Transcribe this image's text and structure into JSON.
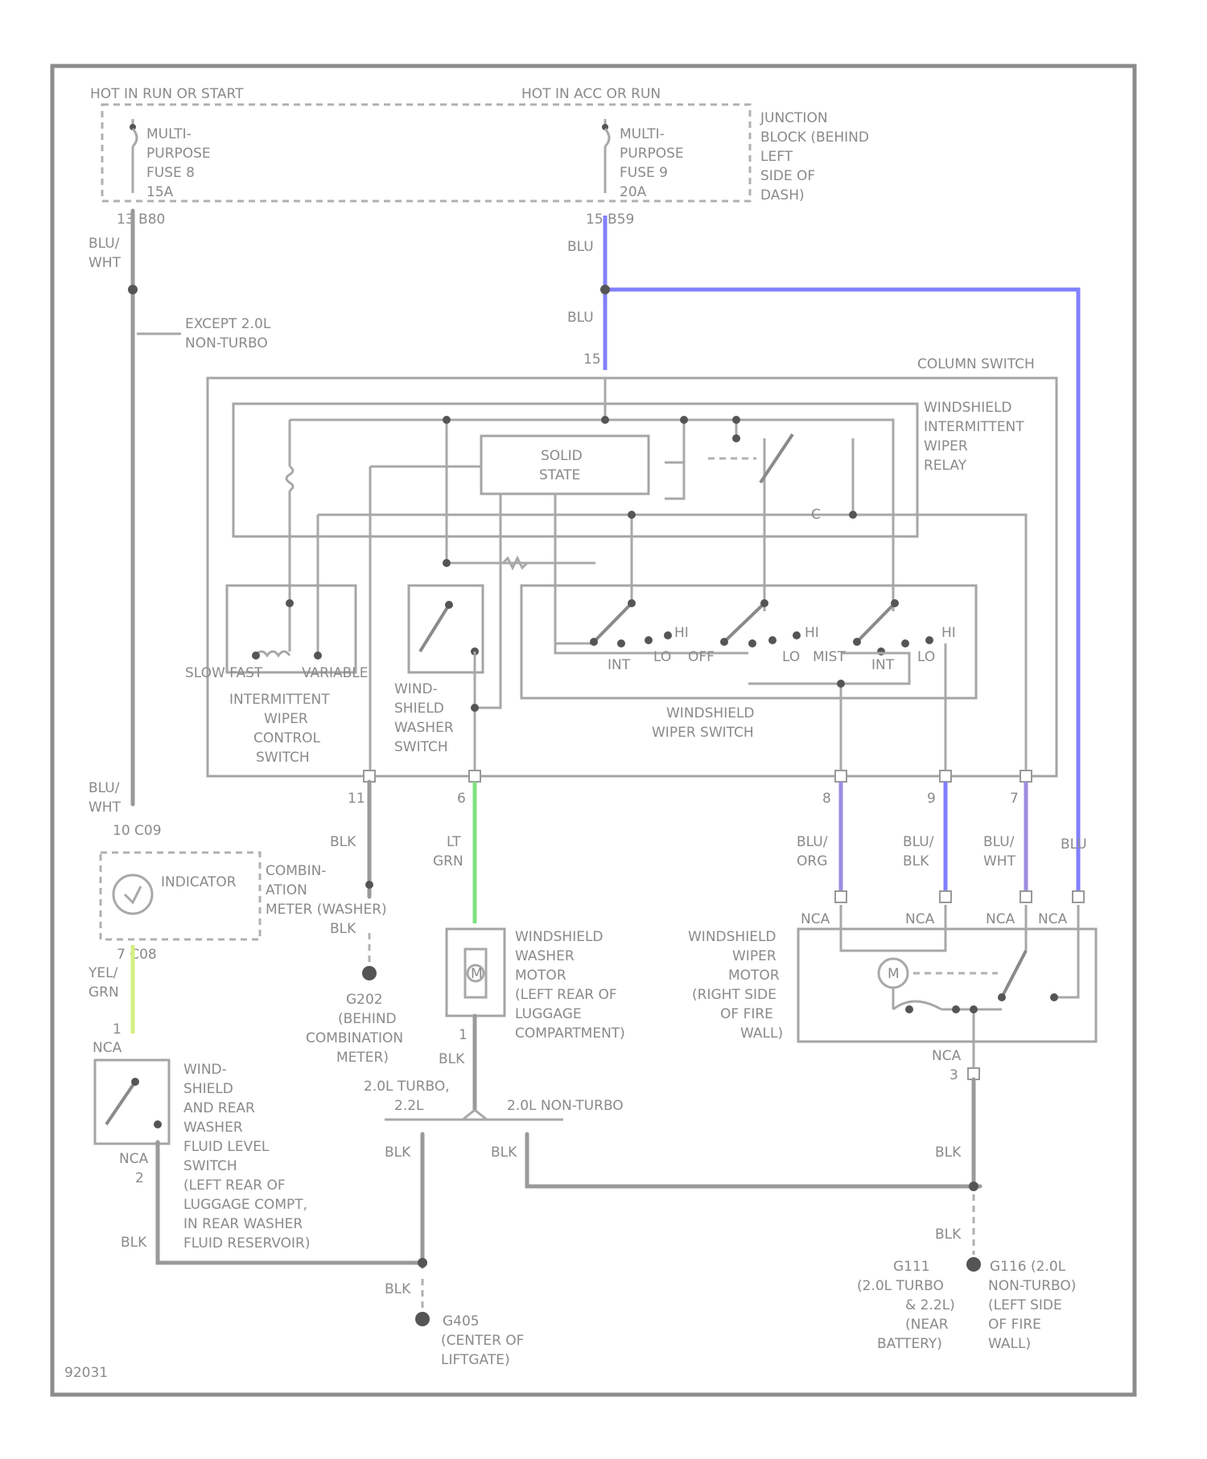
{
  "colors": {
    "blu": "#8080ff",
    "lt_grn": "#80e080",
    "yel_grn": "#d4f080",
    "blu_stripe": "#9c8ce0"
  },
  "power": {
    "hot_run_start": "HOT IN RUN OR START",
    "hot_acc_run": "HOT IN ACC OR RUN",
    "fuse8": [
      "MULTI-",
      "PURPOSE",
      "FUSE 8",
      "15A"
    ],
    "fuse9": [
      "MULTI-",
      "PURPOSE",
      "FUSE 9",
      "20A"
    ],
    "junction_block": [
      "JUNCTION",
      "BLOCK (BEHIND",
      "LEFT",
      "SIDE OF",
      "DASH)"
    ],
    "conn_left": "13  B80",
    "conn_right": "15  B59"
  },
  "wires": {
    "blu_wht": [
      "BLU/",
      "WHT"
    ],
    "blu": "BLU",
    "except": [
      "EXCEPT 2.0L",
      "NON-TURBO"
    ],
    "pin15": "15",
    "blk": "BLK",
    "lt_grn": [
      "LT",
      "GRN"
    ],
    "yel_grn": [
      "YEL/",
      "GRN"
    ],
    "blu_org": [
      "BLU/",
      "ORG"
    ],
    "blu_blk": [
      "BLU/",
      "BLK"
    ],
    "blu_wht2": [
      "BLU/",
      "WHT"
    ],
    "nca": "NCA"
  },
  "column_switch": {
    "title": "COLUMN SWITCH",
    "relay": [
      "WINDSHIELD",
      "INTERMITTENT",
      "WIPER",
      "RELAY"
    ],
    "solid_state": [
      "SOLID",
      "STATE"
    ],
    "int_control": [
      "INTERMITTENT",
      "WIPER",
      "CONTROL",
      "SWITCH"
    ],
    "slow_fast": "SLOW FAST",
    "variable": "VARIABLE",
    "washer_switch": [
      "WIND-",
      "SHIELD",
      "WASHER",
      "SWITCH"
    ],
    "wiper_switch": [
      "WINDSHIELD",
      "WIPER SWITCH"
    ],
    "pos": {
      "int1": "INT",
      "lo1": "LO",
      "hi1": "HI",
      "off": "OFF",
      "lo2": "LO",
      "hi2": "HI",
      "mist": "MIST",
      "int2": "INT",
      "lo3": "LO",
      "hi3": "HI"
    }
  },
  "pins": {
    "p11": "11",
    "p6": "6",
    "p8": "8",
    "p9": "9",
    "p7": "7",
    "p1": "1",
    "p2": "2",
    "p3": "3",
    "p10": "10",
    "pC": "C"
  },
  "indicator": {
    "label": "INDICATOR",
    "meter": [
      "COMBIN-",
      "ATION",
      "METER (WASHER)"
    ],
    "c_top": "10  C09",
    "c_bot": "7  C08"
  },
  "g202": [
    "G202",
    "(BEHIND",
    "COMBINATION",
    "METER)"
  ],
  "washer_motor": [
    "WINDSHIELD",
    "WASHER",
    "MOTOR",
    "(LEFT REAR OF",
    "LUGGAGE",
    "COMPARTMENT)"
  ],
  "wiper_motor": [
    "WINDSHIELD",
    "WIPER",
    "MOTOR",
    "(RIGHT SIDE",
    "OF FIRE",
    "WALL)"
  ],
  "fluid_switch": [
    "WIND-",
    "SHIELD",
    "AND REAR",
    "WASHER",
    "FLUID LEVEL",
    "SWITCH",
    "(LEFT REAR OF",
    "LUGGAGE COMPT,",
    "IN REAR WASHER",
    "FLUID RESERVOIR)"
  ],
  "splits": {
    "turbo": "2.0L TURBO,",
    "l22": "2.2L",
    "non_turbo": "2.0L NON-TURBO"
  },
  "grounds": {
    "g405": [
      "G405",
      "(CENTER OF",
      "LIFTGATE)"
    ],
    "g111": [
      "G111",
      "(2.0L TURBO",
      "& 2.2L)",
      "(NEAR",
      "BATTERY)"
    ],
    "g116": [
      "G116 (2.0L",
      "NON-TURBO)",
      "(LEFT SIDE",
      "OF FIRE",
      "WALL)"
    ]
  },
  "motor_symbol": "M",
  "footer_code": "92031"
}
